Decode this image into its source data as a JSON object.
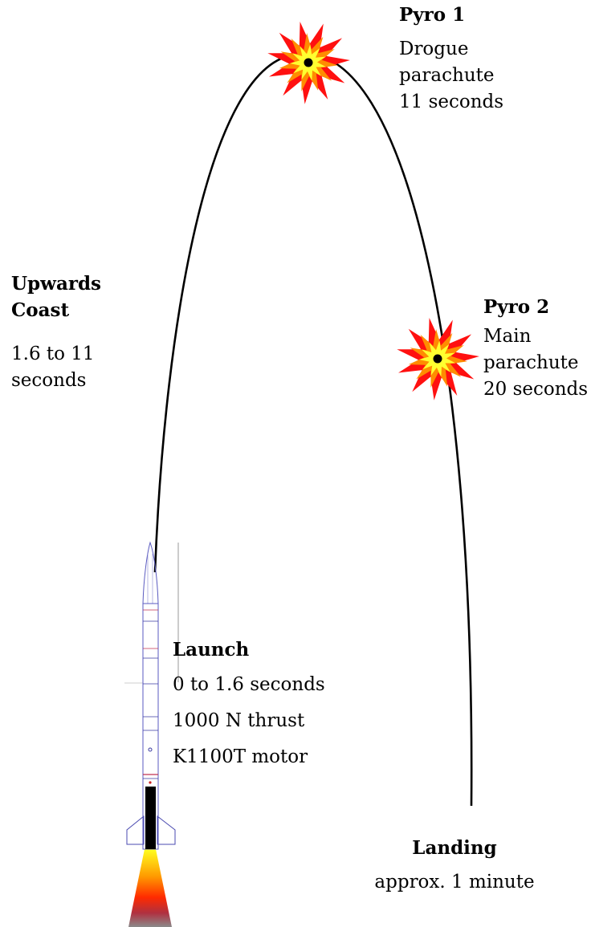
{
  "pyro1": {
    "title": "Pyro 1",
    "lines": [
      "Drogue",
      "parachute",
      "11 seconds"
    ]
  },
  "coast": {
    "title_line1": "Upwards",
    "title_line2": "Coast",
    "lines": [
      "1.6 to 11",
      "seconds"
    ]
  },
  "pyro2": {
    "title": "Pyro 2",
    "lines": [
      "Main",
      "parachute",
      "20 seconds"
    ]
  },
  "launch": {
    "title": "Launch",
    "lines": [
      "0 to 1.6 seconds",
      "1000 N thrust",
      "K1100T motor"
    ]
  },
  "landing": {
    "title": "Landing",
    "line": "approx. 1 minute"
  },
  "colors": {
    "trajectory": "#000000",
    "burst_outer": "#ff0000",
    "burst_middle": "#ff8000",
    "burst_inner": "#ffff00",
    "rocket_outline": "#3a3aa0",
    "rocket_band": "#c03050",
    "motor": "#000000",
    "flame_top": "#ffff00",
    "flame_bottom": "#808080"
  }
}
